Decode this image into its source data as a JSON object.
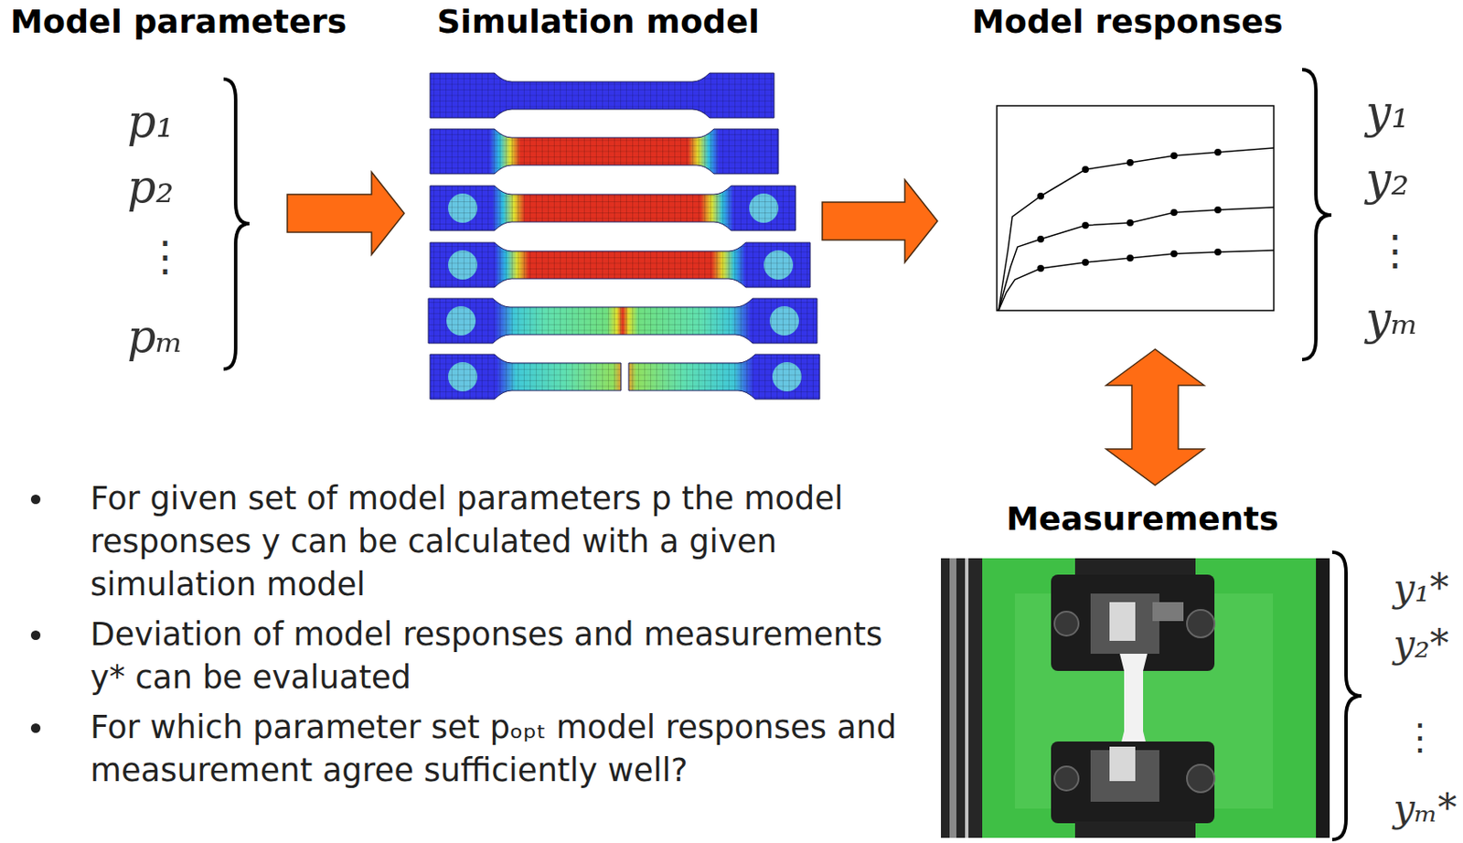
{
  "diagram": {
    "nodes": [
      {
        "text": [
          "Model parameters",
          "p₁",
          "p₂",
          "⋮",
          "pₘ"
        ]
      },
      {
        "text": [
          "Simulation model"
        ]
      },
      {
        "text": [
          "Model responses",
          "y₁",
          "y₂",
          "⋮",
          "yₘ"
        ]
      },
      {
        "text": [
          "Measurements",
          "y₁*",
          "y₂*",
          "⋮",
          "yₘ*"
        ]
      }
    ],
    "edges": [
      {
        "from": 0,
        "to": 1,
        "arrow": "to"
      },
      {
        "from": 1,
        "to": 2,
        "arrow": "to"
      },
      {
        "from": 2,
        "to": 3,
        "arrow": "both"
      }
    ],
    "labels": [
      "For given set of model parameters p the model responses y can be calculated with a given simulation model",
      "Deviation of model responses and measurements y* can be evaluated",
      "For which parameter set pₒₚₜ model responses and measurement agree sufficiently well?"
    ]
  }
}
